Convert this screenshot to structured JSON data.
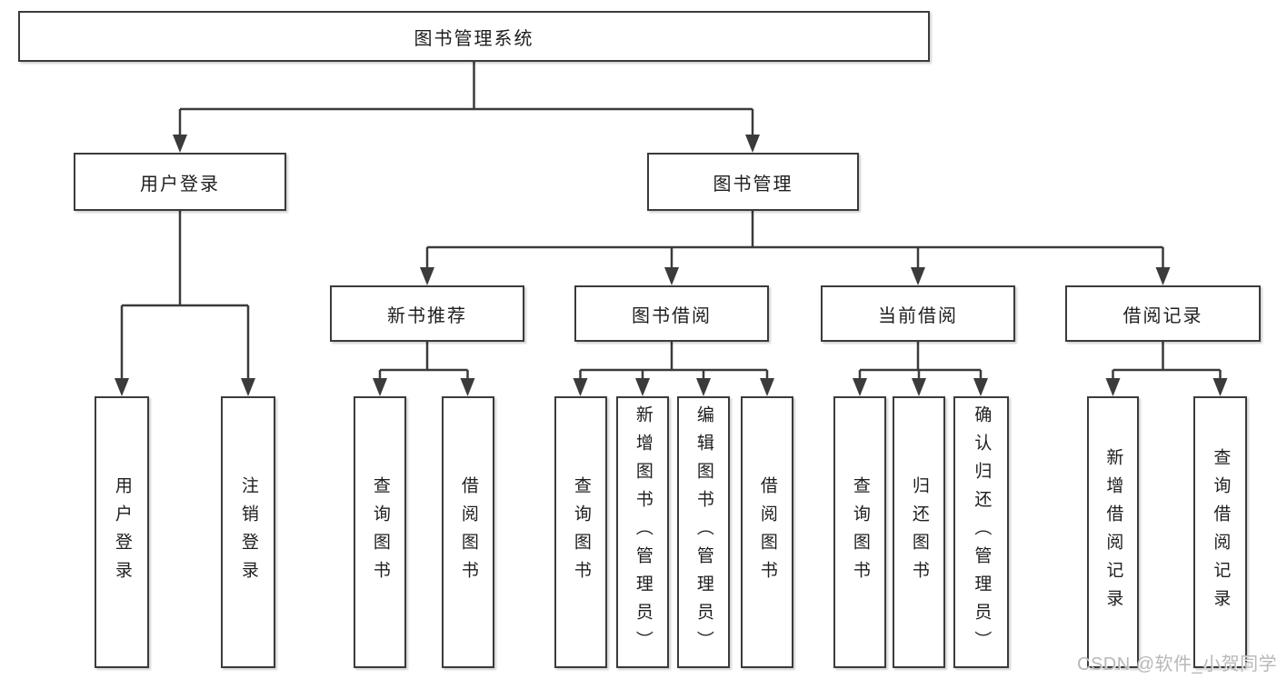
{
  "colors": {
    "line": "#3b3b3b",
    "text": "#1e1e1e",
    "background": "#ffffff"
  },
  "tree": {
    "root": "图书管理系统",
    "children": [
      {
        "label": "用户登录",
        "children": [
          {
            "label": "用户登录"
          },
          {
            "label": "注销登录"
          }
        ]
      },
      {
        "label": "图书管理",
        "children": [
          {
            "label": "新书推荐",
            "children": [
              {
                "label": "查询图书"
              },
              {
                "label": "借阅图书"
              }
            ]
          },
          {
            "label": "图书借阅",
            "children": [
              {
                "label": "查询图书"
              },
              {
                "label": "新增图书（管理员）"
              },
              {
                "label": "编辑图书（管理员）"
              },
              {
                "label": "借阅图书"
              }
            ]
          },
          {
            "label": "当前借阅",
            "children": [
              {
                "label": "查询图书"
              },
              {
                "label": "归还图书"
              },
              {
                "label": "确认归还（管理员）"
              }
            ]
          },
          {
            "label": "借阅记录",
            "children": [
              {
                "label": "新增借阅记录"
              },
              {
                "label": "查询借阅记录"
              }
            ]
          }
        ]
      }
    ]
  },
  "watermark": {
    "text": "CSDN @软件_小贺同学",
    "color": "#b8b8b8"
  }
}
